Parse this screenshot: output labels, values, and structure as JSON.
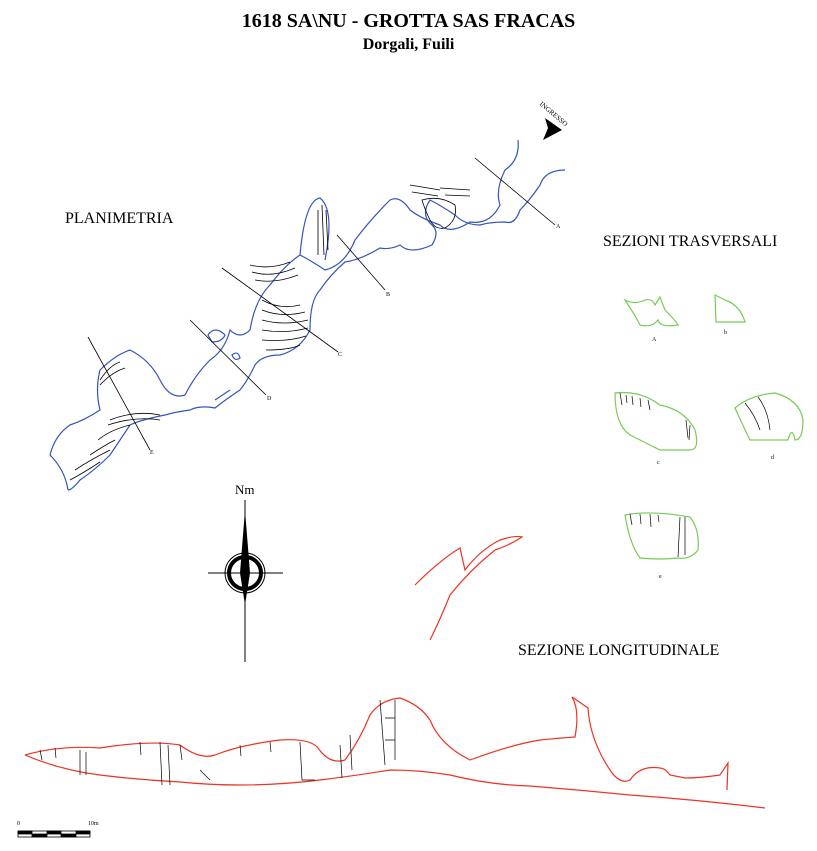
{
  "title": "1618 SA\\NU - GROTTA SAS FRACAS",
  "subtitle": "Dorgali, Fuili",
  "plan": {
    "label": "PLANIMETRIA",
    "entrance_label": "INGRESSO",
    "section_marks": [
      "A",
      "B",
      "C",
      "D",
      "E"
    ]
  },
  "cross_sections": {
    "label": "SEZIONI TRASVERSALI",
    "items": [
      "A",
      "b",
      "c",
      "d",
      "e"
    ]
  },
  "longitudinal": {
    "label": "SEZIONE LONGITUDINALE"
  },
  "north": {
    "label": "Nm"
  },
  "scale": {
    "start": "0",
    "end": "10m"
  },
  "colors": {
    "plan": "#3355bb",
    "cross": "#77cc55",
    "long": "#ee3322"
  }
}
